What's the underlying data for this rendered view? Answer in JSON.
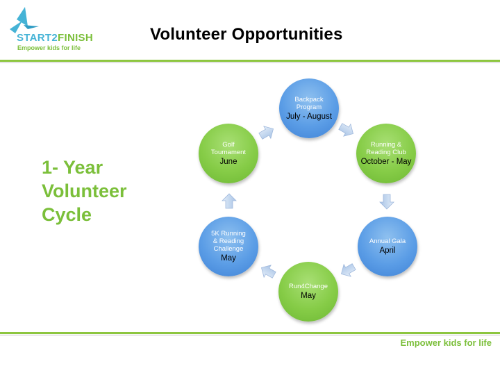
{
  "header": {
    "title": "Volunteer Opportunities"
  },
  "logo": {
    "name_part1": "START2",
    "name_part2": "FINISH",
    "tagline": "Empower kids for life"
  },
  "cycle_title": {
    "line1": "1- Year",
    "line2": "Volunteer",
    "line3": "Cycle"
  },
  "nodes": [
    {
      "label": "Backpack\nProgram",
      "when": "July - August",
      "color": "blue"
    },
    {
      "label": "Running &\nReading Club",
      "when": "October - May",
      "color": "green"
    },
    {
      "label": "Annual Gala",
      "when": "April",
      "color": "blue"
    },
    {
      "label": "Run4Change",
      "when": "May",
      "color": "green"
    },
    {
      "label": "5K Running\n& Reading\nChallenge",
      "when": "May",
      "color": "blue"
    },
    {
      "label": "Golf\nTournament",
      "when": "June",
      "color": "green"
    }
  ],
  "footer": {
    "tagline": "Empower kids for life"
  },
  "colors": {
    "accent_green": "#7bbf3a",
    "accent_blue": "#45b3d6",
    "node_blue": "#5b9de6",
    "node_green": "#86cc47"
  }
}
